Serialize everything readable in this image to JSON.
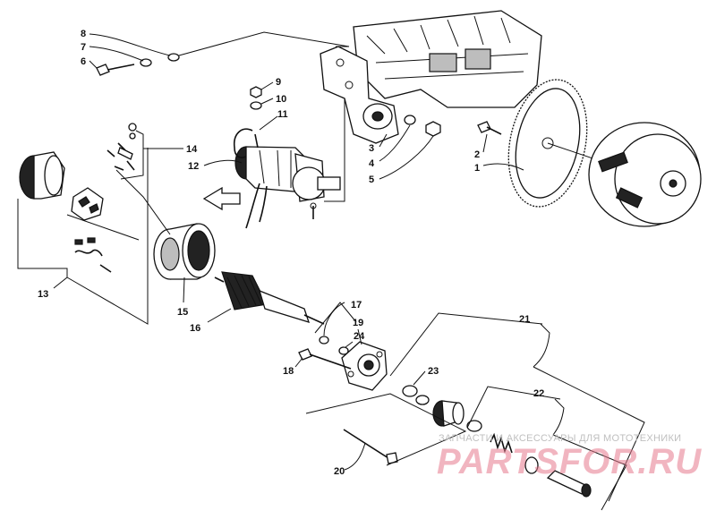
{
  "callouts": [
    {
      "id": "c1",
      "text": "1"
    },
    {
      "id": "c2",
      "text": "2"
    },
    {
      "id": "c3",
      "text": "3"
    },
    {
      "id": "c4",
      "text": "4"
    },
    {
      "id": "c5",
      "text": "5"
    },
    {
      "id": "c6",
      "text": "6"
    },
    {
      "id": "c7",
      "text": "7"
    },
    {
      "id": "c8",
      "text": "8"
    },
    {
      "id": "c9",
      "text": "9"
    },
    {
      "id": "c10",
      "text": "10"
    },
    {
      "id": "c11",
      "text": "11"
    },
    {
      "id": "c12",
      "text": "12"
    },
    {
      "id": "c13",
      "text": "13"
    },
    {
      "id": "c14",
      "text": "14"
    },
    {
      "id": "c15",
      "text": "15"
    },
    {
      "id": "c16",
      "text": "16"
    },
    {
      "id": "c17",
      "text": "17"
    },
    {
      "id": "c18",
      "text": "18"
    },
    {
      "id": "c19",
      "text": "19"
    },
    {
      "id": "c20",
      "text": "20"
    },
    {
      "id": "c21",
      "text": "21"
    },
    {
      "id": "c22",
      "text": "22"
    },
    {
      "id": "c23",
      "text": "23"
    },
    {
      "id": "c24",
      "text": "24"
    }
  ],
  "watermark": {
    "tagline": "ЗАПЧАСТИ И АКСЕССУАРЫ ДЛЯ МОТОТЕХНИКИ",
    "logo": "PARTSFOR.RU",
    "color": "#e6788c"
  }
}
